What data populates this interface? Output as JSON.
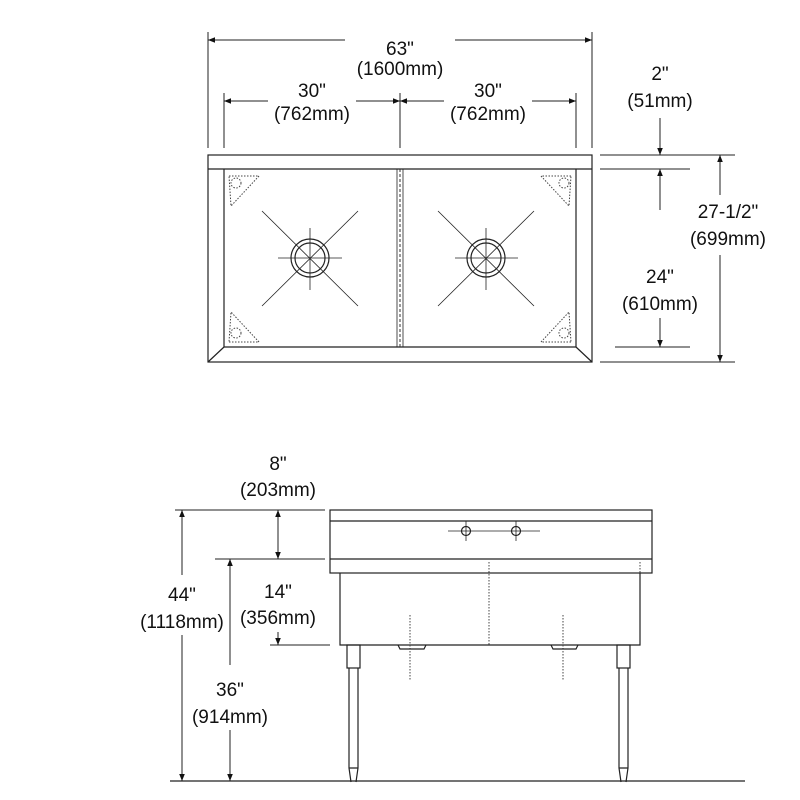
{
  "top_view": {
    "overall_width": {
      "in": "63\"",
      "mm": "(1600mm)"
    },
    "bowl_left_width": {
      "in": "30\"",
      "mm": "(762mm)"
    },
    "bowl_right_width": {
      "in": "30\"",
      "mm": "(762mm)"
    },
    "backsplash_depth": {
      "in": "2\"",
      "mm": "(51mm)"
    },
    "bowl_depth": {
      "in": "24\"",
      "mm": "(610mm)"
    },
    "overall_depth": {
      "in": "27-1/2\"",
      "mm": "(699mm)"
    }
  },
  "front_view": {
    "backsplash_height": {
      "in": "8\"",
      "mm": "(203mm)"
    },
    "bowl_height": {
      "in": "14\"",
      "mm": "(356mm)"
    },
    "overall_height": {
      "in": "44\"",
      "mm": "(1118mm)"
    },
    "rim_height": {
      "in": "36\"",
      "mm": "(914mm)"
    }
  }
}
